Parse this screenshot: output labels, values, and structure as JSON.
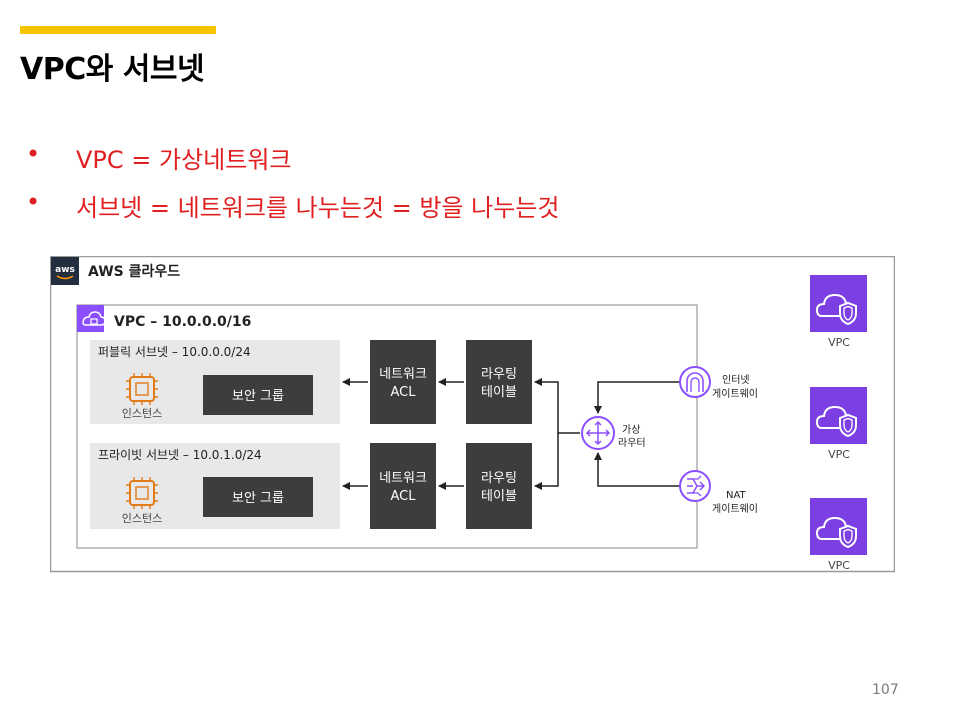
{
  "slide": {
    "title": "VPC와 서브넷",
    "page_number": "107",
    "accent_color": "#f5c400",
    "bullet_color": "#e02020"
  },
  "bullets": [
    {
      "marker": "•",
      "text": "VPC = 가상네트워크"
    },
    {
      "marker": "•",
      "text": "서브넷 = 네트워크를 나누는것 = 방을 나누는것"
    }
  ],
  "diagram": {
    "cloud_label": "AWS 클라우드",
    "aws_logo_text": "aws",
    "vpc_label": "VPC – 10.0.0.0/16",
    "public_subnet": {
      "label": "퍼블릭 서브넷 – 10.0.0.0/24",
      "instance_label": "인스턴스",
      "security_group": "보안 그룹",
      "acl": [
        "네트워크",
        "ACL"
      ],
      "route_table": [
        "라우팅",
        "테이블"
      ]
    },
    "private_subnet": {
      "label": "프라이빗 서브넷 – 10.0.1.0/24",
      "instance_label": "인스턴스",
      "security_group": "보안 그룹",
      "acl": [
        "네트워크",
        "ACL"
      ],
      "route_table": [
        "라우팅",
        "테이블"
      ]
    },
    "virtual_router": [
      "가상",
      "라우터"
    ],
    "internet_gateway": [
      "인터넷",
      "게이트웨이"
    ],
    "nat_gateway": [
      "NAT",
      "게이트웨이"
    ],
    "vpc_icons": [
      {
        "label": "VPC"
      },
      {
        "label": "VPC"
      },
      {
        "label": "VPC"
      }
    ],
    "colors": {
      "dark_box": "#3d3d3d",
      "subnet_bg": "#e8e8e8",
      "vpc_purple": "#8c4fff",
      "chip_orange": "#e07b19",
      "vpc_icon_bg": "#7b3fe4"
    }
  }
}
